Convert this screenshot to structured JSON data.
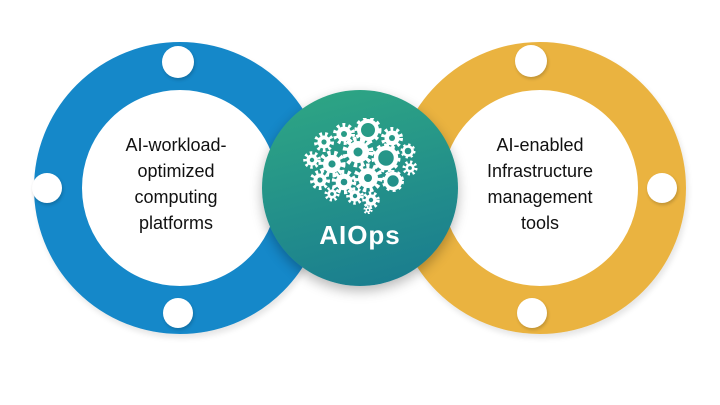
{
  "colors": {
    "left_ring": "#1588C9",
    "right_ring": "#EAB340",
    "center_top": "#2FA883",
    "center_bottom": "#187A90",
    "label_text": "#111111",
    "dot": "#FFFFFF"
  },
  "left_loop": {
    "label": "AI-workload-\noptimized\ncomputing\nplatforms"
  },
  "right_loop": {
    "label": "AI-enabled\nInfrastructure\nmanagement\ntools"
  },
  "center": {
    "title": "AIOps",
    "icon": "brain-gears-icon"
  }
}
